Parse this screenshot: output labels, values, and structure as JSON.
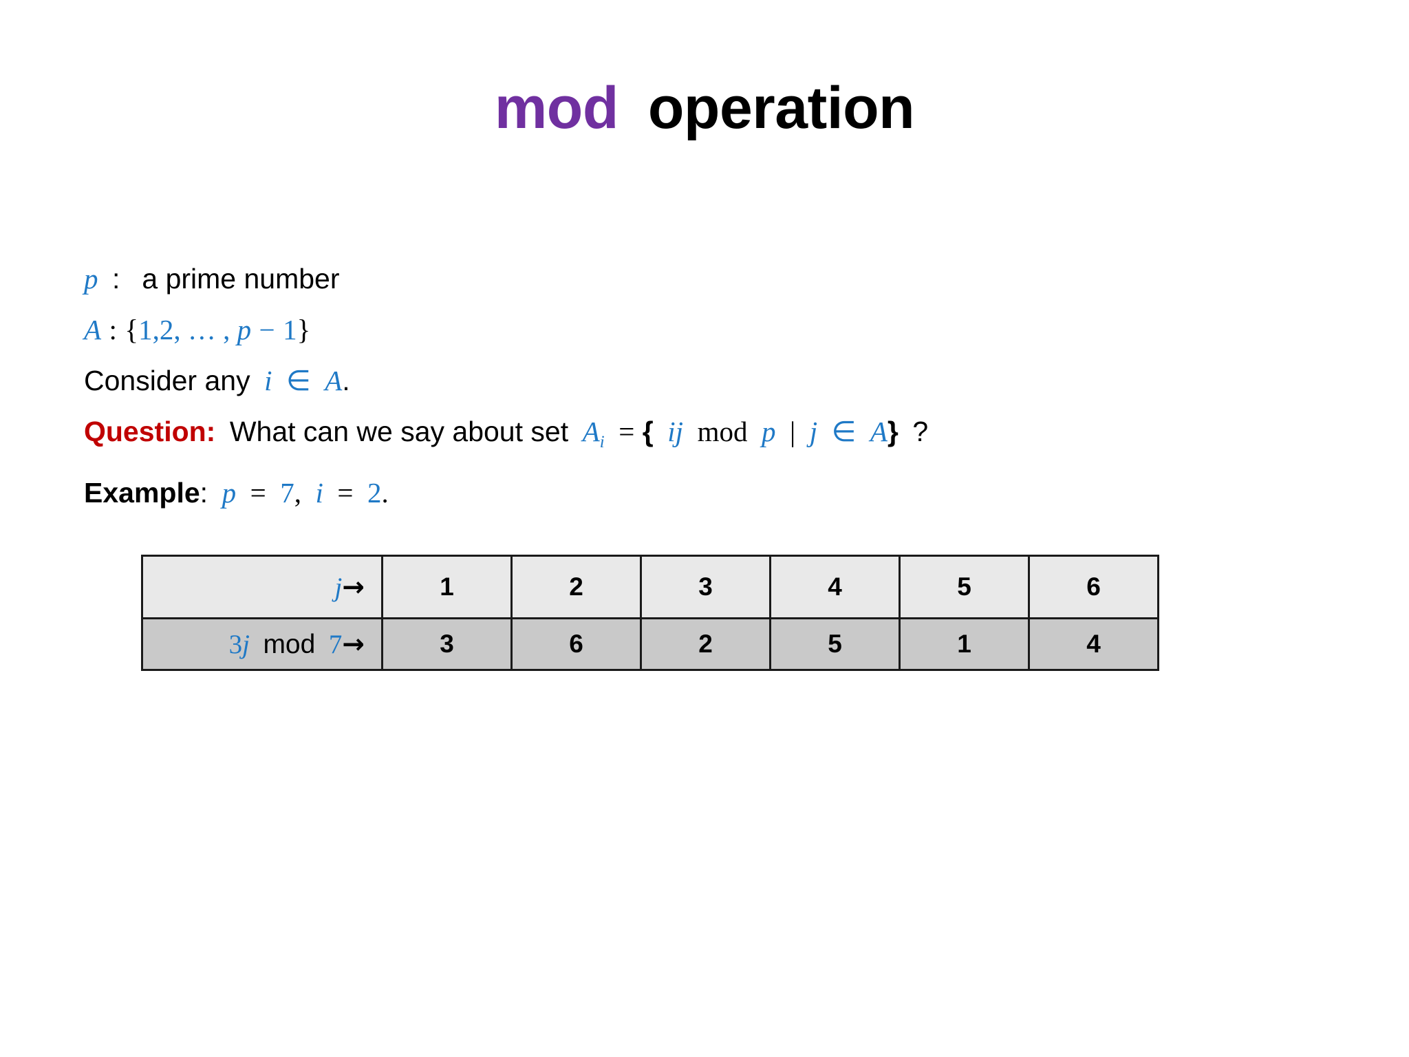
{
  "slide": {
    "title": {
      "highlight": "mod",
      "rest": "operation",
      "highlight_color": "#7030A0",
      "rest_color": "#000000"
    },
    "colors": {
      "math_blue": "#1F79C6",
      "question_red": "#C00000",
      "header_fill": "#E9E9E9",
      "data_fill": "#C9C9C9",
      "border": "#1A1A1A"
    },
    "body": {
      "line1": {
        "symbol": "p",
        "separator": ":",
        "text": "a prime number"
      },
      "line2": {
        "symbol": "A",
        "separator": ":",
        "open_brace": "{",
        "set_items": "1,2, … , ",
        "set_last_var": "p",
        "minus": "−",
        "set_last_num": "1",
        "close_brace": "}"
      },
      "line3": {
        "prefix": "Consider any",
        "var": "i",
        "member": "∈",
        "set": "A",
        "period": "."
      },
      "line4": {
        "label": "Question:",
        "text_a": "What can we say about set",
        "set_name": "A",
        "set_subscript": "i",
        "equals": "=",
        "open_brace": "{",
        "expr": "ij",
        "mod": "mod",
        "modulus": "p",
        "pipe": "|",
        "index": "j",
        "member": "∈",
        "domain": "A",
        "close_brace": "}",
        "question_mark": "?"
      },
      "line5": {
        "label": "Example",
        "colon": ":",
        "p_var": "p",
        "p_eq": "=",
        "p_val": "7",
        "comma": ",",
        "i_var": "i",
        "i_eq": "=",
        "i_val": "2",
        "period": "."
      }
    },
    "table": {
      "header_label": {
        "var": "j",
        "arrow": "→"
      },
      "row_label": {
        "coefficient": "3",
        "var": "j",
        "mod": "mod",
        "modulus": "7",
        "arrow": "→"
      },
      "header_values": [
        "1",
        "2",
        "3",
        "4",
        "5",
        "6"
      ],
      "data_values": [
        "3",
        "6",
        "2",
        "5",
        "1",
        "4"
      ]
    }
  }
}
